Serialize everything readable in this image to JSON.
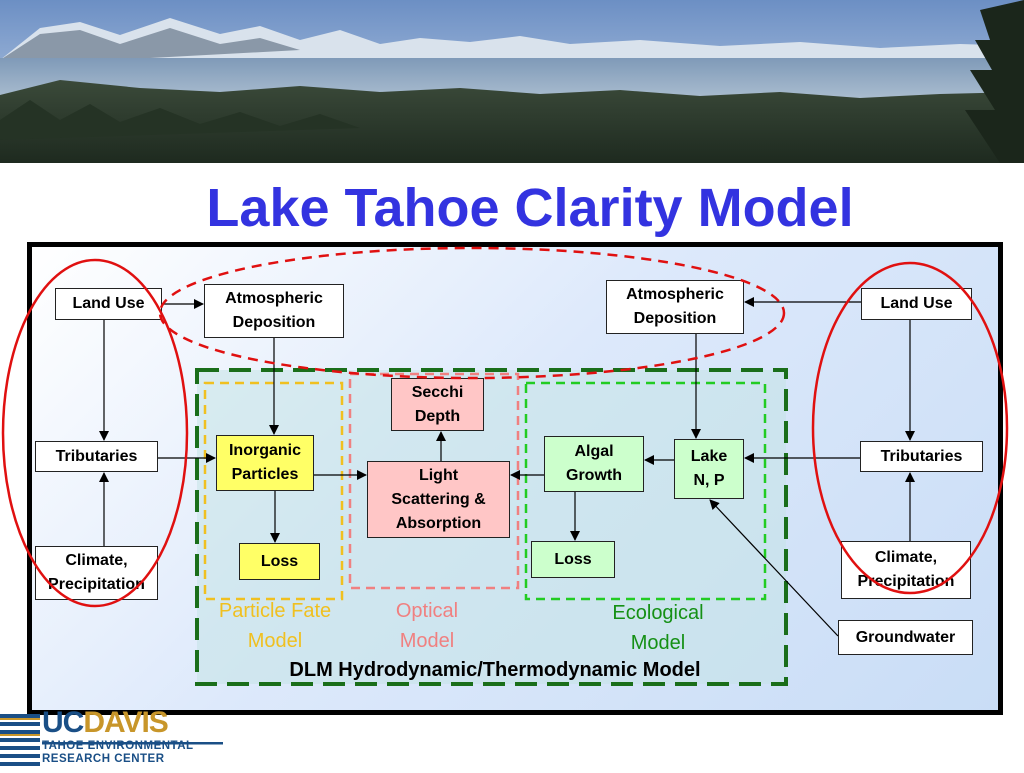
{
  "title": "Lake Tahoe Clarity Model",
  "colors": {
    "title": "#3333e0",
    "ellipse": "#e01010",
    "dlm_border": "#1a6e1a",
    "particle": "#f0c020",
    "optical": "#f08080",
    "ecological": "#22cc22"
  },
  "left": {
    "land_use": "Land Use",
    "atmospheric": "Atmospheric\nDeposition",
    "tributaries": "Tributaries",
    "climate": "Climate,\nPrecipitation"
  },
  "right": {
    "land_use": "Land Use",
    "atmospheric": "Atmospheric\nDeposition",
    "tributaries": "Tributaries",
    "climate": "Climate,\nPrecipitation",
    "groundwater": "Groundwater"
  },
  "particle": {
    "inorganic": "Inorganic\nParticles",
    "loss": "Loss",
    "label": "Particle Fate\nModel"
  },
  "optical": {
    "secchi": "Secchi\nDepth",
    "light": "Light\nScattering &\nAbsorption",
    "label": "Optical\nModel"
  },
  "ecological": {
    "algal": "Algal\nGrowth",
    "lake": "Lake\nN, P",
    "loss": "Loss",
    "label": "Ecological\nModel"
  },
  "dlm_label": "DLM Hydrodynamic/Thermodynamic Model",
  "logo": {
    "uc": "UC",
    "davis": "DAVIS",
    "line1": "TAHOE ENVIRONMENTAL",
    "line2": "RESEARCH CENTER"
  }
}
